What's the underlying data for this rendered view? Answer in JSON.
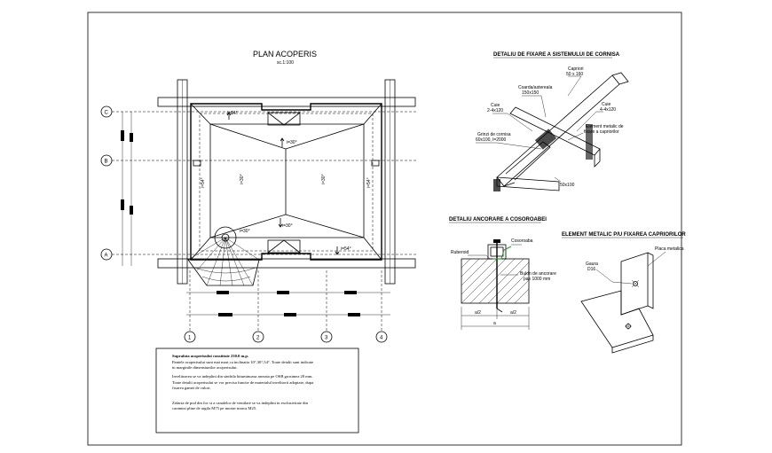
{
  "plan": {
    "title": "PLAN ACOPERIS",
    "scale": "sc.1:100",
    "slopes": [
      "i=54°",
      "i=30°",
      "i=30°",
      "i=30°",
      "i=30°",
      "i=54°",
      "i=54°",
      "i=30°",
      "i=54°"
    ],
    "axes_letters": [
      "C",
      "B",
      "A"
    ],
    "axes_numbers": [
      "1",
      "2",
      "3",
      "4"
    ]
  },
  "notes": [
    "Suprafata acoperisului constituie 230.0 m.p.",
    "Pantele acoperisului sunt mai mari ca inclinatia 10°,30°,54°.  Toate detalii sunt indicate",
    "in marginile dimensiunilor acoperisului.",
    "Invelitoarea se va indeplini din sindrila bituminoasa asezata pe OSB grosimea 20 mm.",
    "Toate detalii acoperisului se vor precisa functie de materialul invelitorii adoptate, dupa",
    "fixarea gamei de culori.",
    "",
    "Zidaria de pod din foc si a canalelor de ventilare se va indeplini in exclusivitate din",
    "caramizi pline de argila M75 pe mortar marca M25."
  ],
  "detail_cornice": {
    "title": "DETALIU DE FIXARE A SISTEMULUI DE CORNISA",
    "labels": {
      "capriori": "Capriori",
      "capriori_size": "50 x 160",
      "coarda": "Coarda/astereala",
      "coarda_size": "150x150",
      "cuie_left": "Cuie",
      "cuie_left_size": "2-4x120",
      "cuie_right": "Cuie",
      "cuie_right_size": "4-4x120",
      "element": "Element metalic de",
      "element2": "fixare a capriorilor",
      "grinzi": "Grinzi de cornisa",
      "grinzi_size": "60x100, l=2000",
      "bottom": "50x100"
    }
  },
  "detail_anchor": {
    "title": "DETALIU ANCORARE A COSOROABEI",
    "labels": {
      "cosoroaba": "Cosoroaba",
      "ruberoid": "Ruberoid",
      "bulon": "Bulon de ancorare",
      "bulon_size": "pas 1000 mm",
      "dim_a": "a",
      "dim_half_left": "a/2",
      "dim_half_right": "a/2"
    }
  },
  "detail_metal": {
    "title": "ELEMENT METALIC P/U FIXAREA CAPRIORILOR",
    "labels": {
      "placa": "Placa metalica",
      "gaura": "Gaura",
      "gaura_size": "D16"
    }
  }
}
